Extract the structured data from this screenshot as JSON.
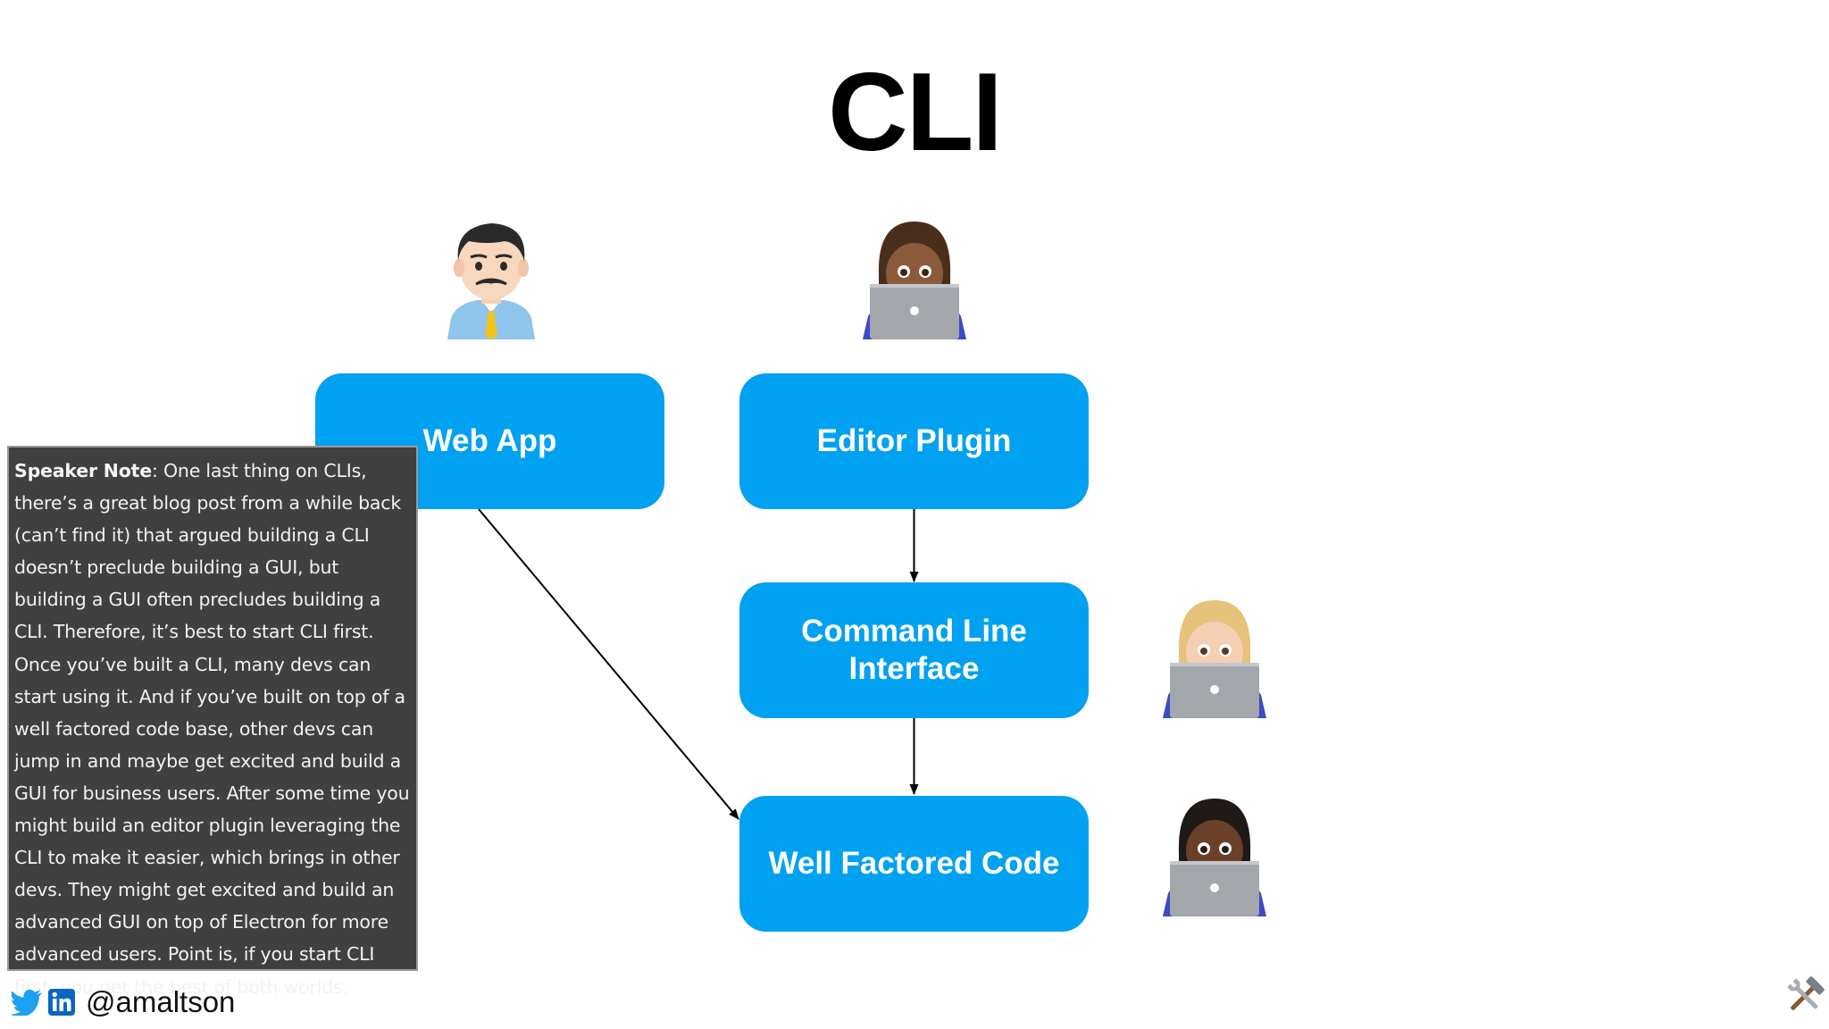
{
  "slide": {
    "title": "CLI"
  },
  "diagram": {
    "nodes": [
      {
        "id": "web-app",
        "label": "Web App"
      },
      {
        "id": "editor-plugin",
        "label": "Editor Plugin"
      },
      {
        "id": "command-line-interface",
        "label": "Command Line Interface"
      },
      {
        "id": "well-factored-code",
        "label": "Well Factored Code"
      }
    ],
    "edges": [
      {
        "from": "editor-plugin",
        "to": "command-line-interface"
      },
      {
        "from": "command-line-interface",
        "to": "well-factored-code"
      },
      {
        "from": "web-app",
        "to": "well-factored-code"
      }
    ],
    "node_color": "#00a1f1"
  },
  "icons": {
    "web_app_user": "office-worker-icon",
    "editor_user": "technologist-icon",
    "cli_user": "technologist-icon",
    "code_user": "technologist-icon",
    "tools": "hammer-wrench-icon"
  },
  "speaker_note": {
    "heading": "Speaker Note",
    "text": ": One last thing on CLIs, there’s a great blog post from a while back (can’t find it) that argued building a CLI doesn’t preclude building a GUI, but building a GUI often precludes building a CLI. Therefore, it’s best to start CLI first. Once you’ve built a CLI, many devs can start using it. And if you’ve built on top of a well factored code base, other devs can jump in and maybe get excited and build a GUI for business users. After some time you might build an editor plugin leveraging the CLI to make it easier, which brings in other devs. They might get excited and build an advanced GUI on top of Electron for more advanced users. Point is, if you start CLI first, you get the best of both worlds."
  },
  "footer": {
    "handle": "@amaltson",
    "twitter_color": "#1da1f2",
    "linkedin_color": "#0a66c2"
  }
}
